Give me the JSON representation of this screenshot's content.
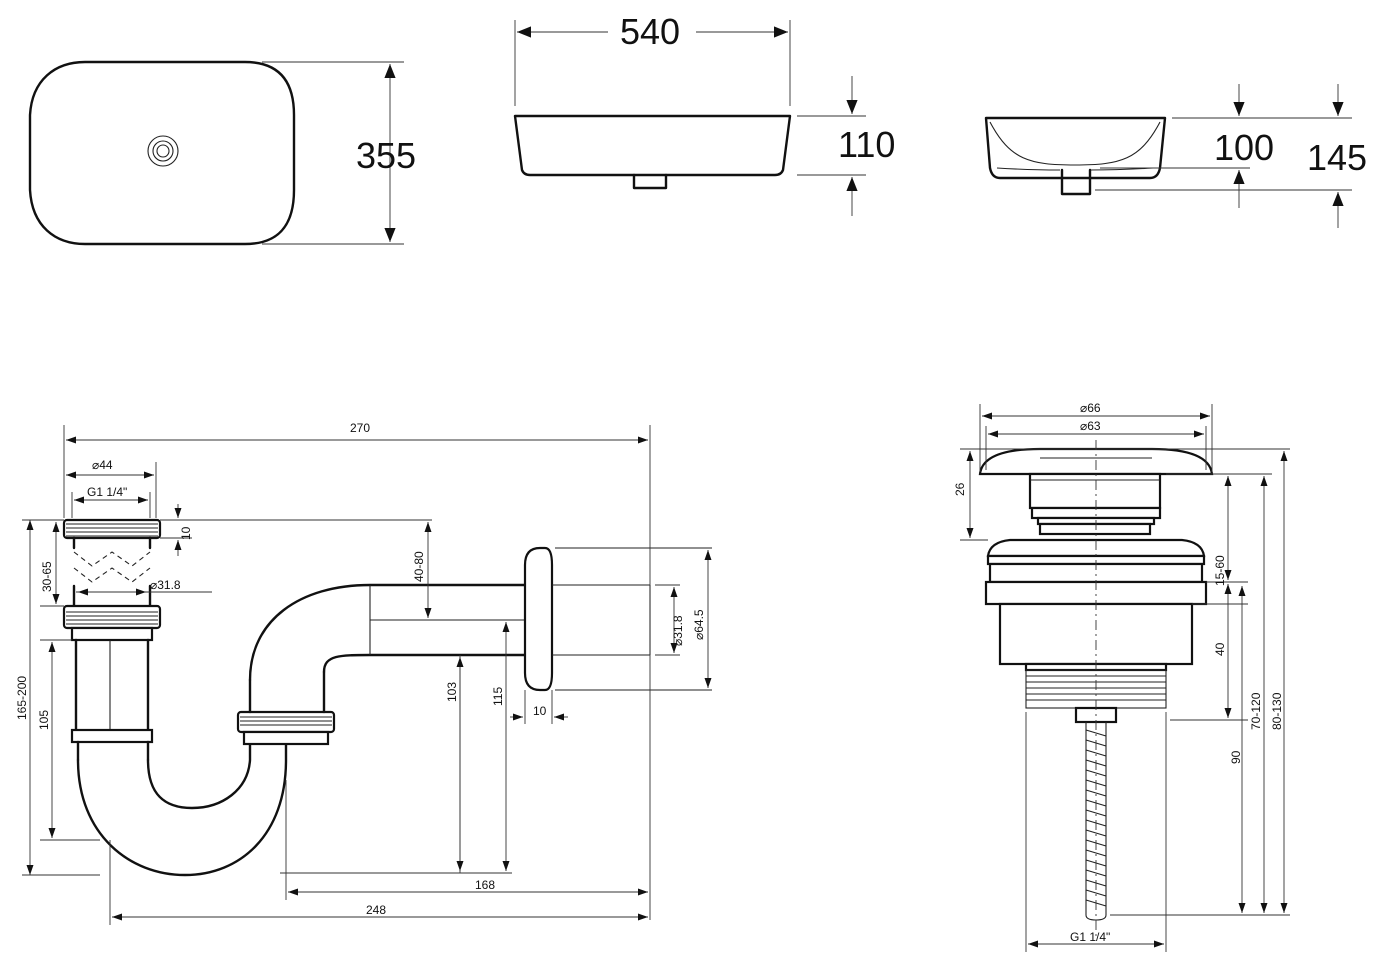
{
  "basin": {
    "length": "540",
    "width": "355",
    "front_height": "110",
    "side_inner_depth": "100",
    "side_total_height": "145"
  },
  "siphon": {
    "total_length": "270",
    "top_diameter": "⌀44",
    "top_thread": "G1 1/4\"",
    "nut_height": "10",
    "adjust_range_top": "30-65",
    "pipe_diameter": "⌀31.8",
    "inlet_range": "40-80",
    "wall_pipe_diameter": "⌀31.8",
    "flange_diameter": "⌀64.5",
    "flange_thickness": "10",
    "total_height_range": "165-200",
    "left_height": "105",
    "height_103": "103",
    "height_115": "115",
    "outlet_offset": "168",
    "bottom_length": "248"
  },
  "drain": {
    "cap_outer_diameter": "⌀66",
    "cap_inner_diameter": "⌀63",
    "cap_height": "26",
    "adjust_range": "15-60",
    "body_height": "40",
    "total_height_a": "70-120",
    "total_height_b": "80-130",
    "length_90": "90",
    "thread": "G1 1/4\""
  }
}
